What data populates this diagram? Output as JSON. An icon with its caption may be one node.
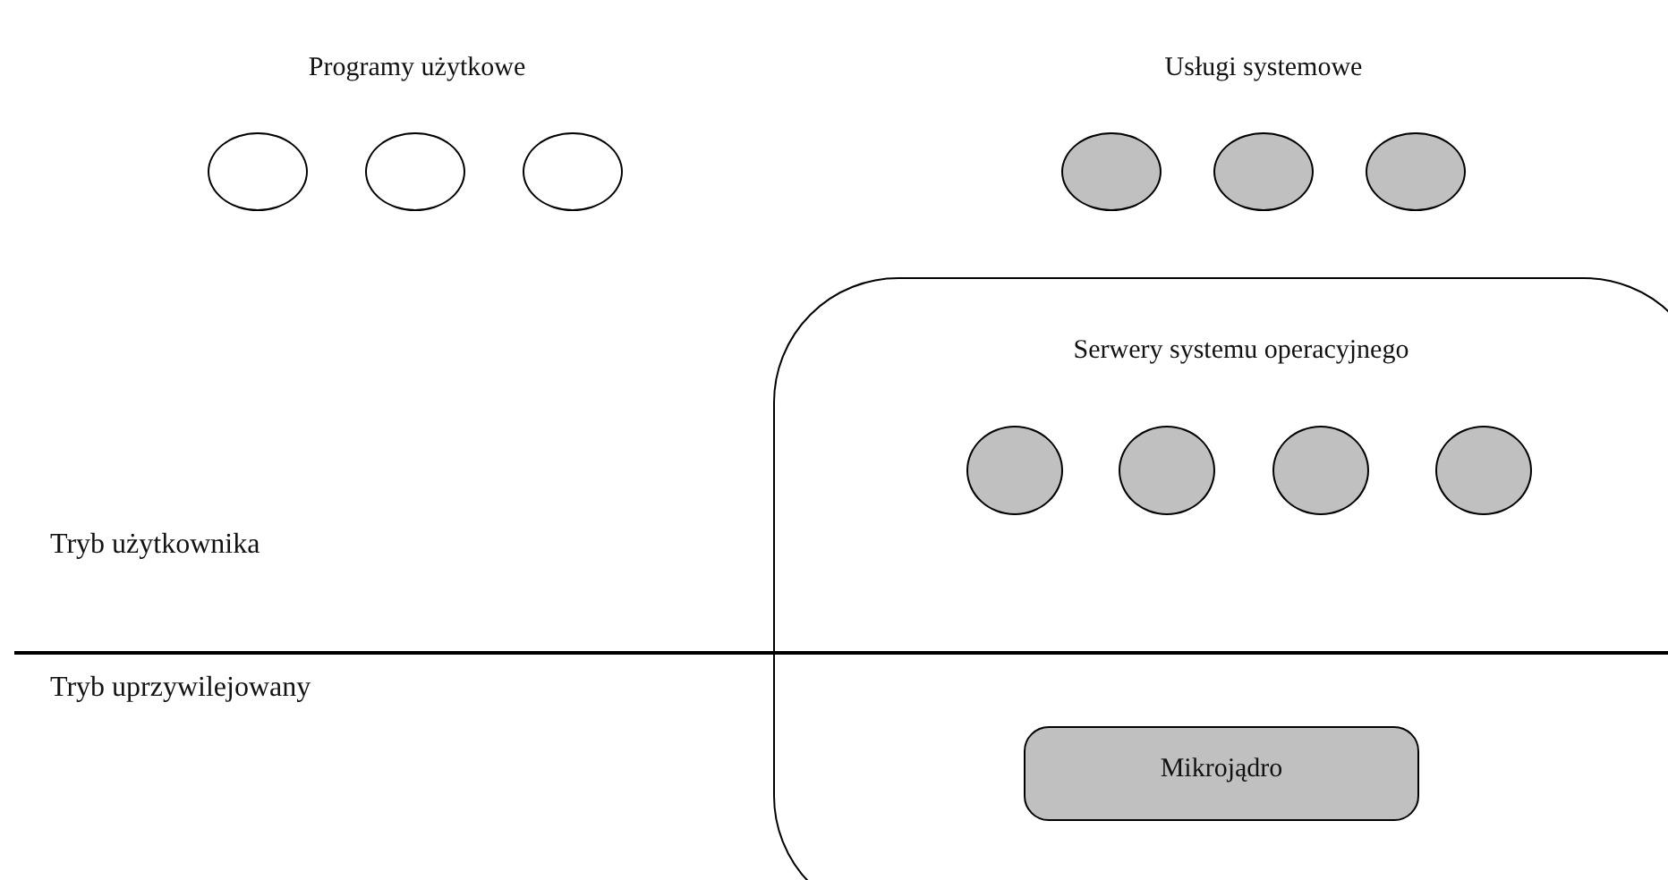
{
  "diagram": {
    "nodes": [
      {
        "text": [],
        "shape": "circle"
      },
      {
        "text": [],
        "shape": "circle"
      },
      {
        "text": [],
        "shape": "circle"
      },
      {
        "text": [],
        "shape": "circle"
      },
      {
        "text": [],
        "shape": "circle"
      },
      {
        "text": [],
        "shape": "circle"
      },
      {
        "text": [
          "Serwery systemu operacyjnego"
        ]
      },
      {
        "text": [],
        "shape": "circle",
        "in": 6
      },
      {
        "text": [],
        "shape": "circle",
        "in": 6
      },
      {
        "text": [],
        "shape": "circle",
        "in": 6
      },
      {
        "text": [],
        "shape": "circle",
        "in": 6
      },
      {
        "text": [
          "Mikrojądro"
        ],
        "in": 6
      }
    ],
    "edges": [],
    "labels": [
      "Programy użytkowe",
      "Usługi systemowe",
      "Tryb użytkownika",
      "Tryb uprzywilejowany"
    ]
  }
}
